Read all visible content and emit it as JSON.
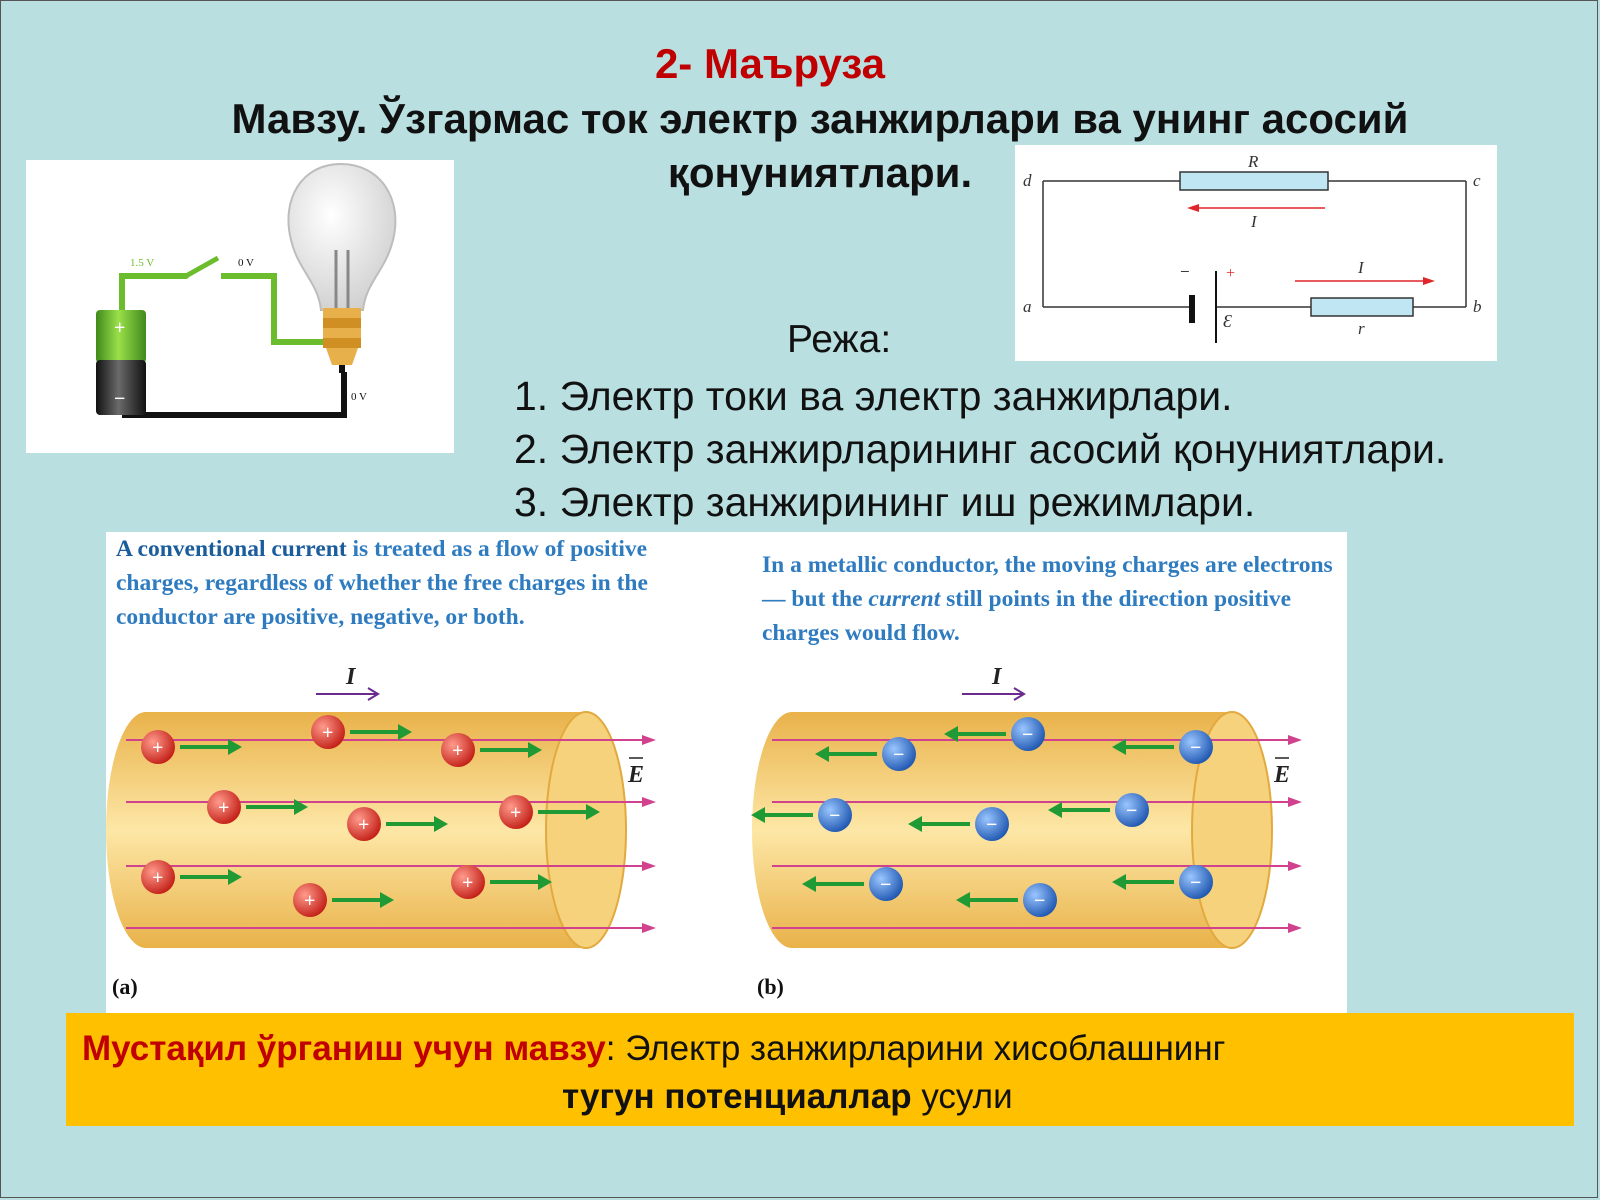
{
  "header": {
    "lecture_number": "2- Маъруза",
    "title": "Мавзу. Ўзгармас ток электр занжирлари ва унинг  асосий қонуниятлари."
  },
  "bulb_circuit": {
    "voltage_battery": "1.5 V",
    "voltage_after_switch": "0 V",
    "voltage_bottom": "0 V",
    "plus_sign": "+",
    "minus_sign": "−",
    "colors": {
      "wire_live": "#6cbd2e",
      "wire_ground": "#111111"
    }
  },
  "circuit_diagram": {
    "labels": {
      "d": "d",
      "c": "c",
      "a": "a",
      "b": "b",
      "R": "R",
      "r": "r",
      "I_top": "I",
      "I_bottom": "I",
      "emf": "Ɛ",
      "minus": "−",
      "plus": "+"
    },
    "colors": {
      "arrow": "#e0262a",
      "resistor": "#bfe6f2"
    }
  },
  "plan": {
    "heading": "Режа:",
    "items": [
      "1. Электр токи ва электр занжирлари.",
      "2. Электр занжирларининг асосий қонуниятлари.",
      "3. Электр занжирининг иш режимлари."
    ]
  },
  "current_figure": {
    "panel_a": {
      "caption_bold": "A conventional current",
      "caption_rest": " is treated as a flow of positive charges, regardless of whether the free charges in the conductor are positive, negative, or both.",
      "current_label": "I",
      "field_label": "E",
      "charge_sign": "+",
      "panel_label": "(a)"
    },
    "panel_b": {
      "caption_pre": "In a metallic conductor, the moving charges are electrons — but the ",
      "caption_em": "current",
      "caption_post": " still points in the direction positive charges would flow.",
      "current_label": "I",
      "field_label": "E",
      "charge_sign": "−",
      "panel_label": "(b)"
    },
    "colors": {
      "caption": "#2e7bc0",
      "field_lines": "#d0428e",
      "charge_pos": "#d63a2f",
      "charge_neg": "#2b6fc9",
      "arrow": "#1f9a35",
      "conductor": "#f3c95c"
    }
  },
  "footer": {
    "label": "Мустақил ўрганиш учун мавзу",
    "separator": ":",
    "text1": " Электр занжирларини хисоблашнинг",
    "bold2": "тугун потенциаллар",
    "text2": "  усули"
  }
}
